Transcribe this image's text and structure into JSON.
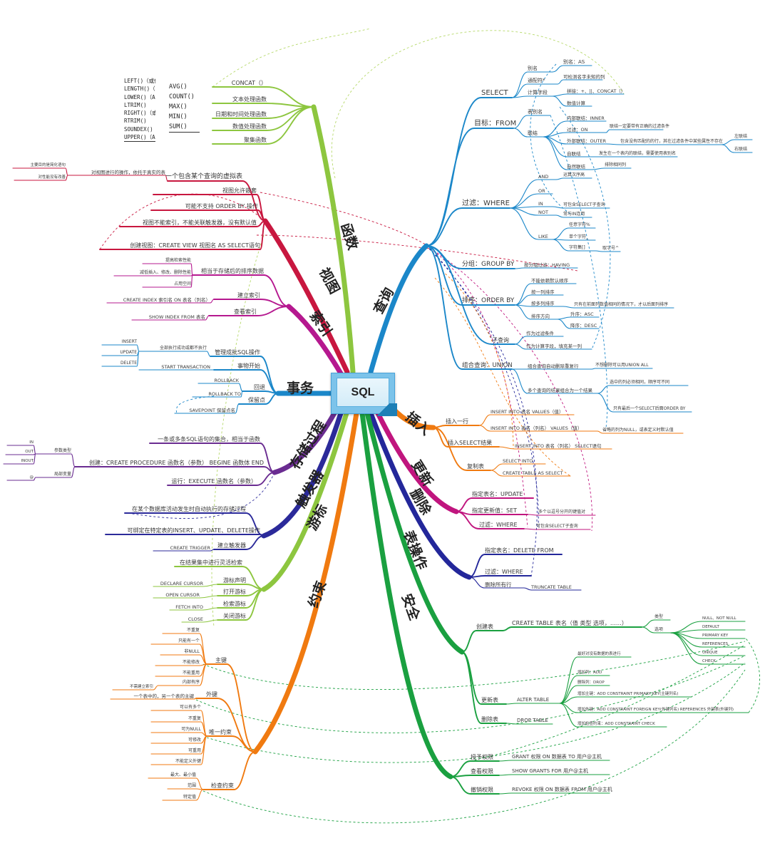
{
  "center": {
    "title": "SQL"
  },
  "func_boxes": {
    "text_functions": [
      "LEFT()（或使",
      "LENGTH()（i",
      "LOWER()（Ac",
      "LTRIM()",
      "RIGHT()（或",
      "RTRIM()",
      "SOUNDEX()",
      "UPPER()（Ac"
    ],
    "aggregate_functions": [
      "AVG()",
      "COUNT()",
      "MAX()",
      "MIN()",
      "SUM()"
    ]
  },
  "branches": {
    "query": {
      "label": "查询",
      "color": "#1b87c9",
      "items": [
        "SELECT",
        "别名",
        "别名：AS",
        "通配符*",
        "可检测名字未知的列",
        "计算字段",
        "拼接：+、||、CONCAT（）",
        "数值计算",
        "目标：FROM",
        "表别名",
        "联结",
        "内部联结：INNER",
        "过滤：ON",
        "联结一定要带有正确的过滤条件",
        "外部联结：OUTER",
        "包含没有匹配的的行，其在过滤条件中某些属性不存在",
        "左联结",
        "右联结",
        "自联结",
        "发生在一个表内的联结，需要使用表别名",
        "自然联结",
        "排除相同列",
        "过滤：WHERE",
        "AND",
        "运算次序高",
        "OR",
        "IN",
        "可包含SELECT子查询",
        "NOT",
        "常与IN连用",
        "LIKE",
        "任意字符%",
        "单个字符_",
        "字符集[]",
        "取字号^",
        "分组：GROUP BY",
        "按分组过滤：HAVING",
        "排序：ORDER BY",
        "不能依赖默认顺序",
        "按一列排序",
        "按多列排序",
        "只有在前面列数值相同的情况下，才以后面列排序",
        "排序方向",
        "升序：ASC",
        "降序：DESC",
        "子查询",
        "作为过滤条件",
        "作为计算字段，填充某一列",
        "组合查询：UNION",
        "组合查询自动删除重复行",
        "不想删除可以用UNION ALL",
        "多个查询的结果组合为一个结果",
        "选中的列必须相同，顺序可不同",
        "只有最后一个SELECT后面ORDER BY"
      ]
    },
    "func": {
      "label": "函数",
      "color": "#8dc63f",
      "items": [
        "CONCAT（）",
        "文本处理函数",
        "日期和时间处理函数",
        "数值处理函数",
        "聚集函数"
      ]
    },
    "view": {
      "label": "视图",
      "color": "#c8173f",
      "items": [
        "一个包含某个查询的虚拟表",
        "对视图进行的操作，依托于真实的表",
        "主要目的是简化语句",
        "对性能没有改善",
        "视图允许嵌套",
        "可能不支持 ORDER BY 操作",
        "视图不能索引，不能关联触发器，没有默认值",
        "创建视图：CREATE VIEW 视图名 AS SELECT语句"
      ]
    },
    "index": {
      "label": "索引",
      "color": "#b5188f",
      "items": [
        "相当于存储后的排序数据",
        "提高检索性能",
        "减低插入、修改、删除性能",
        "占用空间",
        "建立索引",
        "CREATE INDEX 索引名 ON 表名（列名）",
        "查看索引",
        "SHOW INDEX FROM 表名"
      ]
    },
    "tx": {
      "label": "事务",
      "color": "#1b87c9",
      "items": [
        "管理成批SQL操作",
        "全部执行成功或都不执行",
        "INSERT",
        "UPDATE",
        "DELETE",
        "事物开始",
        "START TRANSACTION",
        "回退",
        "ROLLBACK",
        "ROLLBACK TO",
        "保留点",
        "SAVEPOINT 保留点名"
      ]
    },
    "proc": {
      "label": "存储过程",
      "color": "#6a2c91",
      "items": [
        "一条或多条SQL语句的集合，相当于函数",
        "创建：CREATE PROCEDURE 函数名（参数） BEGINE 函数体 END",
        "参数类型",
        "IN",
        "OUT",
        "INOUT",
        "局部变量",
        "@",
        "运行：EXECUTE 函数名（参数）"
      ]
    },
    "trig": {
      "label": "触发器",
      "color": "#2b2a9a",
      "items": [
        "在某个数据库活动发生时自动执行的存储过程",
        "可绑定在特定表的INSERT、UPDATE、DELETE操作",
        "建立触发器",
        "CREATE TRIGGER"
      ]
    },
    "cursor": {
      "label": "游标",
      "color": "#8dc63f",
      "items": [
        "在结果集中进行灵活检索",
        "游标声明",
        "DECLARE CURSOR",
        "打开游标",
        "OPEN CURSOR",
        "检索游标",
        "FETCH INTO",
        "关闭游标",
        "CLOSE"
      ]
    },
    "cons": {
      "label": "约束",
      "color": "#f07a10",
      "items": [
        "主键",
        "不重复",
        "只能有一个",
        "非NULL",
        "不能修改",
        "不能重用",
        "内部有序",
        "不需建立索引",
        "外键",
        "一个表中的，另一个表的主键",
        "唯一约束",
        "可以有多个",
        "不重复",
        "可为NULL",
        "可修改",
        "可重用",
        "不能定义外键",
        "检查约束",
        "最大、最小值",
        "范围",
        "特定值"
      ]
    },
    "insert": {
      "label": "插入",
      "color": "#f07a10",
      "items": [
        "插入一行",
        "INSERT INTO 表名 VALUES（值）",
        "INSERT INTO 表名（列名） VALUES（值）",
        "省略的列为NULL，或表定义时默认值",
        "插入SELECT结果",
        "INSERT INTO 表名（列名） SELECT语句",
        "复制表",
        "SELECT INTO",
        "CREATE TABLE AS SELECT"
      ]
    },
    "update": {
      "label": "更新",
      "color": "#c0157e",
      "items": [
        "指定表名：UPDATE",
        "指定更新值：SET",
        "多个以逗号分开的键值对",
        "过滤：WHERE",
        "可包含SELECT子查询"
      ]
    },
    "del": {
      "label": "删除",
      "color": "#23279a",
      "items": [
        "指定表名：DELETE FROM",
        "过滤：WHERE",
        "删除所有行",
        "TRUNCATE TABLE"
      ]
    },
    "table": {
      "label": "表操作",
      "color": "#1aa040",
      "items": [
        "创建表",
        "CREATE TABLE 表名（值 类型 选项，……）",
        "类型",
        "选项",
        "NULL、NOT NULL",
        "DEFAULT",
        "PRIMARY KEY",
        "REFERENCES",
        "UNIQUE",
        "CHECK",
        "更新表",
        "ALTER TABLE",
        "最好对没有数据的表进行",
        "增加列：ADD",
        "删除列：DROP",
        "增加主键：ADD CONSTRAINT PRIMARY KEY(主键列名)",
        "增加外键：ADD CONSTRAINT FOREIGN KEY(外键列名) REFERENCES 外键表(外键列)",
        "增加检查约束：ADD CONSTRAINT CHECK",
        "删除表",
        "DROP TABLE"
      ]
    },
    "sec": {
      "label": "安全",
      "color": "#1aa040",
      "items": [
        "授予权限",
        "GRANT 权限 ON 数据表 TO 用户@主机",
        "查看权限",
        "SHOW GRANTS FOR 用户@主机",
        "撤销权限",
        "REVOKE 权限 ON 数据表 FROM 用户@主机"
      ]
    }
  }
}
